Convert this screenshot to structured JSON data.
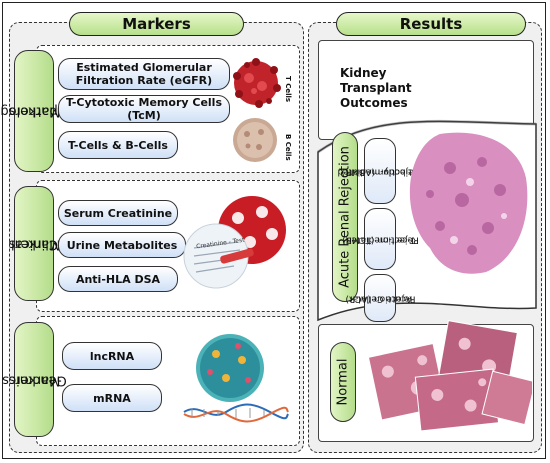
{
  "headers": {
    "markers": "Markers",
    "results": "Results"
  },
  "left": {
    "histo": {
      "label_line1": "Histopathological",
      "label_line2": "Markers",
      "items": [
        "Estimated Glomerular Filtration Rate (eGFR)",
        "T-Cytotoxic Memory Cells (TcM)",
        "T-Cells & B-Cells"
      ],
      "cell_labels": [
        "T Cells",
        "B Cells"
      ]
    },
    "clinical": {
      "label_line1": "Clinical",
      "label_line2": "Markers",
      "items": [
        "Serum Creatinine",
        "Urine Metabolites",
        "Anti-HLA DSA"
      ],
      "image_text": "Creatinine - Test"
    },
    "genomics": {
      "label_line1": "Genomics",
      "label_line2": "Markers",
      "items": [
        "lncRNA",
        "mRNA"
      ]
    }
  },
  "right": {
    "outcomes_line1": "Kidney",
    "outcomes_line2": "Transplant",
    "outcomes_line3": "Outcomes",
    "rejection_label": "Acute Renal Rejection",
    "rejection_items": [
      {
        "line1": "Antibody-mediated",
        "line2": "Rejection (ABMR)"
      },
      {
        "line1": "T-cell-mediated",
        "line2": "Rejection (TCMR)"
      },
      {
        "line1": "Acute Cellular",
        "line2": "Rejection (ACR)"
      }
    ],
    "normal_label": "Normal"
  },
  "colors": {
    "header_green": "#b7e08a",
    "pill_blue": "#cfe0f7",
    "tcell_red": "#c0232a",
    "tissue_pink": "#d98fc0"
  }
}
